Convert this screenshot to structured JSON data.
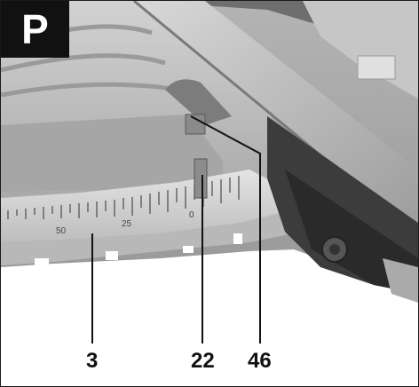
{
  "figure": {
    "panel_letter": "P",
    "callouts": [
      {
        "label": "3",
        "part": "scale"
      },
      {
        "label": "22",
        "part": "pointer"
      },
      {
        "label": "46",
        "part": "screw"
      }
    ],
    "scale_numbers": [
      "50",
      "25",
      "0"
    ]
  },
  "colors": {
    "badge_bg": "#111111",
    "badge_text": "#ffffff",
    "callout_line": "#111111",
    "border": "#1a1a1a"
  }
}
